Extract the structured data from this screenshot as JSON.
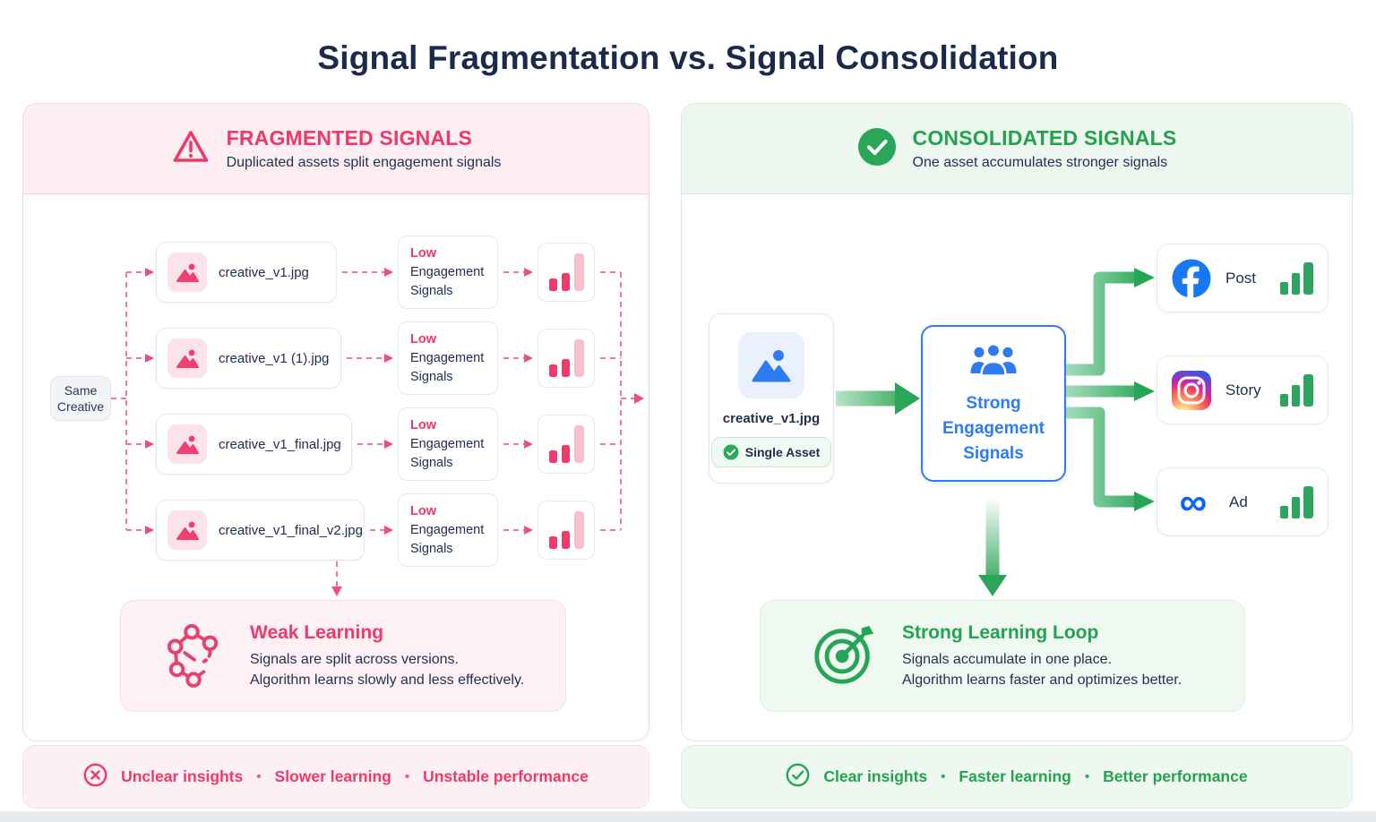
{
  "title": "Signal Fragmentation vs. Signal Consolidation",
  "left_panel": {
    "header": {
      "title": "FRAGMENTED SIGNALS",
      "subtitle": "Duplicated assets split engagement signals"
    },
    "same_creative": "Same Creative",
    "rows": [
      {
        "filename": "creative_v1.jpg"
      },
      {
        "filename": "creative_v1 (1).jpg"
      },
      {
        "filename": "creative_v1_final.jpg"
      },
      {
        "filename": "creative_v1_final_v2.jpg"
      }
    ],
    "signal_label": {
      "word1": "Low",
      "word2": "Engagement",
      "word3": "Signals"
    },
    "weak_learning": {
      "title": "Weak Learning",
      "line1": "Signals are split across versions.",
      "line2": "Algorithm learns slowly and less effectively."
    },
    "footer": {
      "separator": "•",
      "items": [
        "Unclear insights",
        "Slower learning",
        "Unstable performance"
      ]
    }
  },
  "right_panel": {
    "header": {
      "title": "CONSOLIDATED SIGNALS",
      "subtitle": "One asset accumulates stronger signals"
    },
    "asset": {
      "filename": "creative_v1.jpg",
      "badge": "Single Asset"
    },
    "signal_label": {
      "word1": "Strong",
      "word2": "Engagement",
      "word3": "Signals"
    },
    "platforms": [
      {
        "platform": "Facebook",
        "label": "Post"
      },
      {
        "platform": "Instagram",
        "label": "Story"
      },
      {
        "platform": "Meta",
        "label": "Ad"
      }
    ],
    "strong_learning": {
      "title": "Strong Learning Loop",
      "line1": "Signals accumulate in one place.",
      "line2": "Algorithm learns faster and optimizes better."
    },
    "footer": {
      "separator": "•",
      "items": [
        "Clear insights",
        "Faster learning",
        "Better performance"
      ]
    }
  },
  "colors": {
    "pink_accent": "#ED3A6A",
    "pink_bg": "#FDEEF3",
    "green_accent": "#22A34F",
    "green_bg": "#EDF7F0",
    "blue_accent": "#2E7BF2",
    "navy_text": "#1F2C4A",
    "facebook_blue": "#1877F2",
    "meta_blue": "#0866FF"
  }
}
